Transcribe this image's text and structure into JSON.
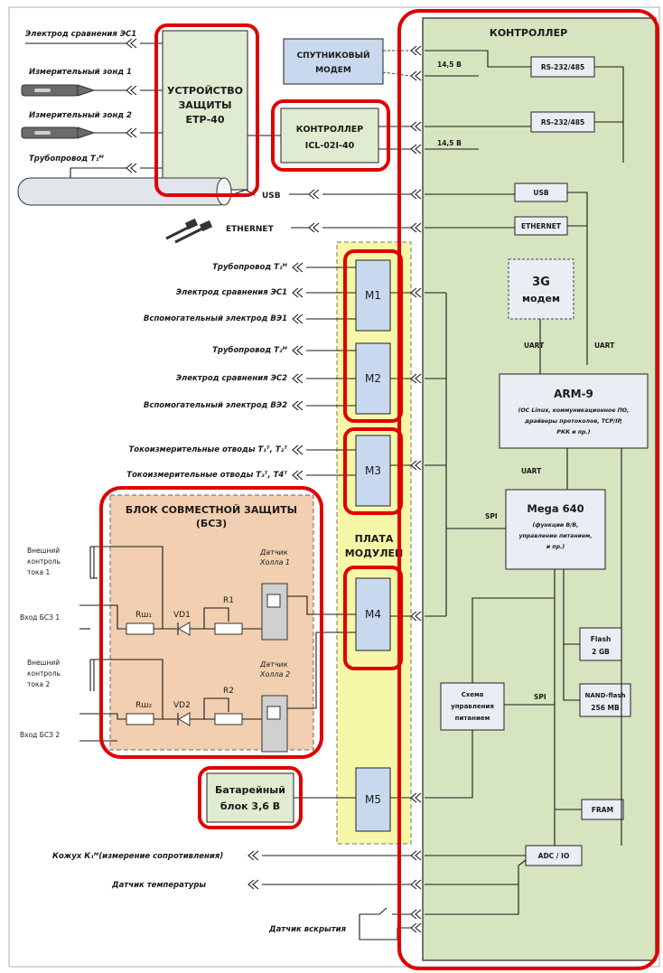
{
  "controller": {
    "title": "КОНТРОЛЛЕР"
  },
  "blocks": {
    "satellite_modem": [
      "СПУТНИКОВЫЙ",
      "МОДЕМ"
    ],
    "protection_device": [
      "УСТРОЙСТВО",
      "ЗАЩИТЫ",
      "ЕТР-40"
    ],
    "controller_icl": [
      "КОНТРОЛЛЕР",
      "ICL-02I-40"
    ],
    "rs1": "RS-232/485",
    "rs2": "RS-232/485",
    "usb_box": "USB",
    "eth_box": "ETHERNET",
    "modem3g": [
      "3G",
      "модем"
    ],
    "arm": [
      "ARM-9",
      "(ОС Linux, коммуникационное ПО,",
      "драйверы протоколов, TCP/IP,",
      "РКК и пр.)"
    ],
    "mega": [
      "Mega 640",
      "(функции В/В,",
      "управление питанием,",
      "и пр.)"
    ],
    "power": [
      "Схема",
      "управления",
      "питанием"
    ],
    "flash": [
      "Flash",
      "2 GB"
    ],
    "nand": [
      "NAND-flash",
      "256 MB"
    ],
    "fram": "FRAM",
    "adc": "ADC / IO",
    "battery": [
      "Батарейный",
      "блок 3,6 В"
    ],
    "board": [
      "ПЛАТА",
      "МОДУЛЕЙ"
    ],
    "bsz_title": [
      "БЛОК СОВМЕСТНОЙ ЗАЩИТЫ",
      "(БСЗ)"
    ],
    "modules": [
      "M1",
      "M2",
      "M3",
      "M4",
      "M5"
    ]
  },
  "labels": {
    "v145_1": "14,5 В",
    "v145_2": "14,5 В",
    "uart1": "UART",
    "uart2": "UART",
    "uart3": "UART",
    "spi1": "SPI",
    "spi2": "SPI",
    "usb": "USB",
    "ethernet": "ETHERNET"
  },
  "left_inputs": {
    "top": [
      "Электрод сравнения ЭС1",
      "Измерительный зонд 1",
      "Измерительный зонд 2",
      "Трубопровод Т₁ᴹ"
    ],
    "mid": [
      "Трубопровод Т₁ᴹ",
      "Электрод сравнения ЭС1",
      "Вспомогательный электрод ВЭ1",
      "Трубопровод Т₂ᴹ",
      "Электрод сравнения ЭС2",
      "Вспомогательный электрод ВЭ2",
      "Токоизмерительные отводы Т₁ᵀ, Т₂ᵀ",
      "Токоизмерительные отводы Т₃ᵀ, Т4ᵀ"
    ],
    "bottom": [
      "Кожух К₁ᴹ(измерение сопротивления)",
      "Датчик температуры",
      "Датчик вскрытия"
    ]
  },
  "bsz": {
    "ext1": [
      "Внешний",
      "контроль",
      "тока 1"
    ],
    "ext2": [
      "Внешний",
      "контроль",
      "тока 2"
    ],
    "in1": "Вход БСЗ 1",
    "in2": "Вход БСЗ 2",
    "rsh1": "Rш₁",
    "rsh2": "Rш₂",
    "vd1": "VD1",
    "vd2": "VD2",
    "r1": "R1",
    "r2": "R2",
    "hall1": [
      "Датчик",
      "Холла 1"
    ],
    "hall2": [
      "Датчик",
      "Холла 2"
    ]
  },
  "colors": {
    "controller_bg": "#d6e4c0",
    "board_bg": "#f7f7a8",
    "bsz_bg": "#f2cfb0",
    "module_box": "#c8d8ee",
    "highlight": "#e00000"
  }
}
